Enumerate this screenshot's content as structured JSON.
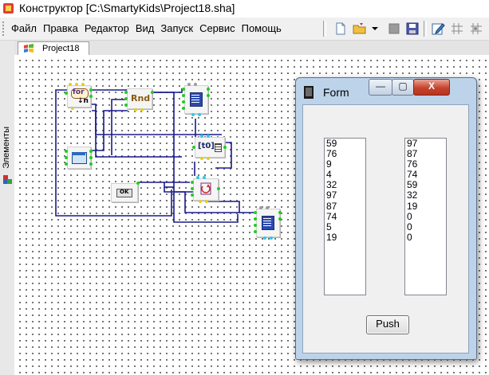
{
  "window": {
    "title": "Конструктор [C:\\SmartyKids\\Project18.sha]"
  },
  "menu": {
    "items": [
      "Файл",
      "Правка",
      "Редактор",
      "Вид",
      "Запуск",
      "Сервис",
      "Помощь"
    ]
  },
  "toolbar": {
    "buttons": [
      "new-document-icon",
      "open-folder-icon",
      "dropdown-arrow-icon",
      "stop-icon",
      "save-icon",
      "edit-icon",
      "grid-icon",
      "snap-grid-icon",
      "align-grid-icon"
    ]
  },
  "dock": {
    "label": "Элементы"
  },
  "tabs": [
    {
      "label": "Project18",
      "active": true
    }
  ],
  "scheme": {
    "components": [
      {
        "id": "for-loop",
        "label": "for"
      },
      {
        "id": "rnd",
        "label": "Rnd"
      },
      {
        "id": "array-index",
        "label": "[t0]"
      },
      {
        "id": "button-ok",
        "label": "OK"
      }
    ]
  },
  "form": {
    "title": "Form",
    "controls": {
      "minimize": "—",
      "maximize": "▢",
      "close": "X"
    },
    "list_left": [
      "59",
      "76",
      "9",
      "4",
      "32",
      "97",
      "87",
      "74",
      "5",
      "19"
    ],
    "list_right": [
      "97",
      "87",
      "76",
      "74",
      "59",
      "32",
      "19",
      "0",
      "0",
      "0"
    ],
    "push_label": "Push"
  },
  "colors": {
    "wire": "#1a1a8c",
    "pin_green": "#22cc22",
    "titlebar_close": "#c5432c"
  }
}
